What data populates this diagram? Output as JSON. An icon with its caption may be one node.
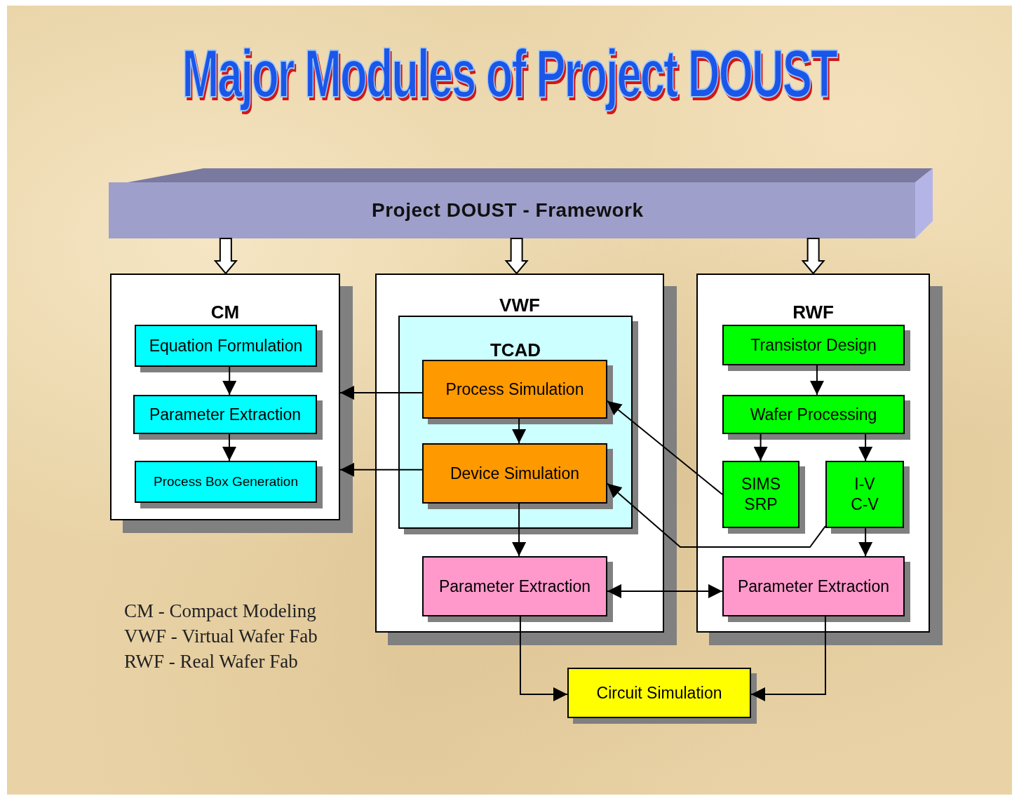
{
  "diagram": {
    "title": "Major Modules of Project DOUST",
    "nodes": [
      {
        "text": [
          "Project DOUST - Framework"
        ]
      },
      {
        "text": [
          "CM"
        ]
      },
      {
        "text": [
          "Equation Formulation"
        ],
        "in": 1
      },
      {
        "text": [
          "Parameter Extraction"
        ],
        "in": 1
      },
      {
        "text": [
          "Process Box Generation"
        ],
        "in": 1
      },
      {
        "text": [
          "VWF"
        ]
      },
      {
        "text": [
          "TCAD"
        ],
        "in": 5
      },
      {
        "text": [
          "Process Simulation"
        ],
        "in": 6
      },
      {
        "text": [
          "Device Simulation"
        ],
        "in": 6
      },
      {
        "text": [
          "Parameter Extraction"
        ],
        "in": 5
      },
      {
        "text": [
          "RWF"
        ]
      },
      {
        "text": [
          "Transistor Design"
        ],
        "in": 10
      },
      {
        "text": [
          "Wafer Processing"
        ],
        "in": 10
      },
      {
        "text": [
          "SIMS SRP"
        ],
        "in": 10
      },
      {
        "text": [
          "I-V C-V"
        ],
        "in": 10
      },
      {
        "text": [
          "Parameter Extraction"
        ],
        "in": 10
      },
      {
        "text": [
          "Circuit Simulation"
        ]
      }
    ],
    "edges": [
      {
        "from": 0,
        "to": 1,
        "arrow": "to",
        "style": "thick"
      },
      {
        "from": 0,
        "to": 5,
        "arrow": "to",
        "style": "thick"
      },
      {
        "from": 0,
        "to": 10,
        "arrow": "to",
        "style": "thick"
      },
      {
        "from": 2,
        "to": 3,
        "arrow": "to"
      },
      {
        "from": 3,
        "to": 4,
        "arrow": "to"
      },
      {
        "from": 7,
        "to": 1,
        "arrow": "to"
      },
      {
        "from": 8,
        "to": 1,
        "arrow": "to"
      },
      {
        "from": 7,
        "to": 8,
        "arrow": "to"
      },
      {
        "from": 8,
        "to": 9,
        "arrow": "to"
      },
      {
        "from": 13,
        "to": 7,
        "arrow": "to"
      },
      {
        "from": 14,
        "to": 8,
        "arrow": "to"
      },
      {
        "from": 11,
        "to": 12,
        "arrow": "to"
      },
      {
        "from": 12,
        "to": 13,
        "arrow": "to"
      },
      {
        "from": 12,
        "to": 14,
        "arrow": "to"
      },
      {
        "from": 14,
        "to": 15,
        "arrow": "to"
      },
      {
        "from": 9,
        "to": 15,
        "arrow": "both"
      },
      {
        "from": 9,
        "to": 16,
        "arrow": "to"
      },
      {
        "from": 15,
        "to": 16,
        "arrow": "to"
      }
    ],
    "labels": [
      "CM - Compact Modeling",
      "VWF - Virtual Wafer Fab",
      "RWF - Real Wafer Fab"
    ]
  }
}
